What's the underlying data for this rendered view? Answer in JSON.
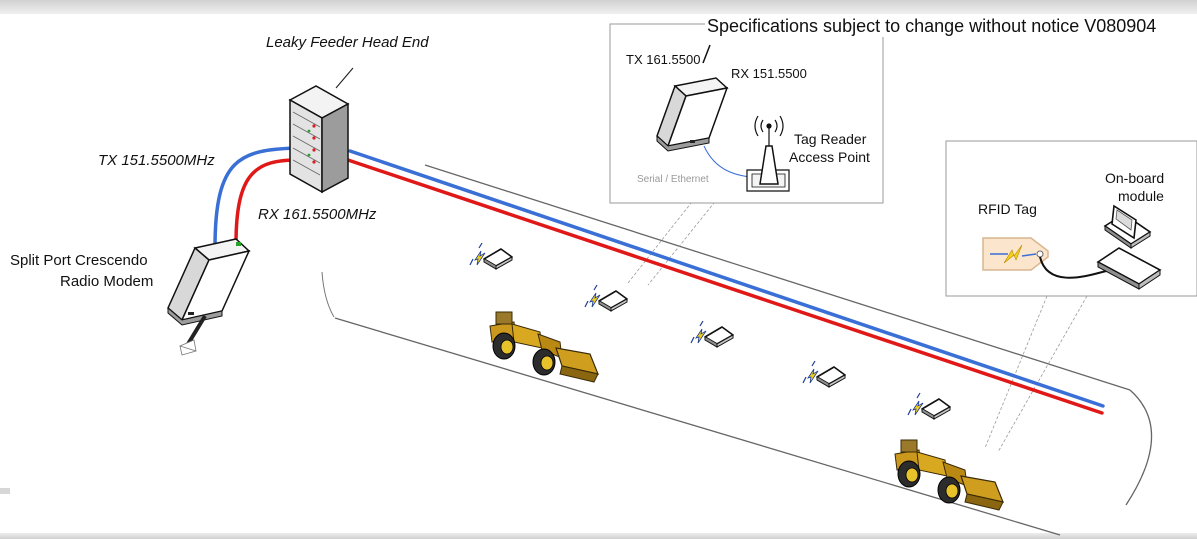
{
  "header": {
    "spec_note": "Specifications subject to change without notice V080904"
  },
  "head_end": {
    "label": "Leaky Feeder Head End"
  },
  "cables": {
    "tx_label": "TX 151.5500MHz",
    "rx_label": "RX 161.5500MHz",
    "tx_color": "#3a6fd6",
    "rx_color": "#e01818"
  },
  "modem": {
    "label_line1": "Split Port Crescendo",
    "label_line2": "Radio Modem"
  },
  "inset_reader": {
    "tx_label": "TX 161.5500",
    "rx_label": "RX 151.5500",
    "reader_label_line1": "Tag Reader",
    "reader_label_line2": "Access Point",
    "link_label": "Serial / Ethernet"
  },
  "inset_vehicle": {
    "tag_label": "RFID Tag",
    "module_label_line1": "On-board",
    "module_label_line2": "module"
  },
  "icons": [
    "rack-icon",
    "radio-modem-icon",
    "antenna-icon",
    "tag-reader-icon",
    "wireless-node-icon",
    "lightning-icon",
    "rfid-tag-icon",
    "computer-icon",
    "loader-vehicle-icon"
  ]
}
